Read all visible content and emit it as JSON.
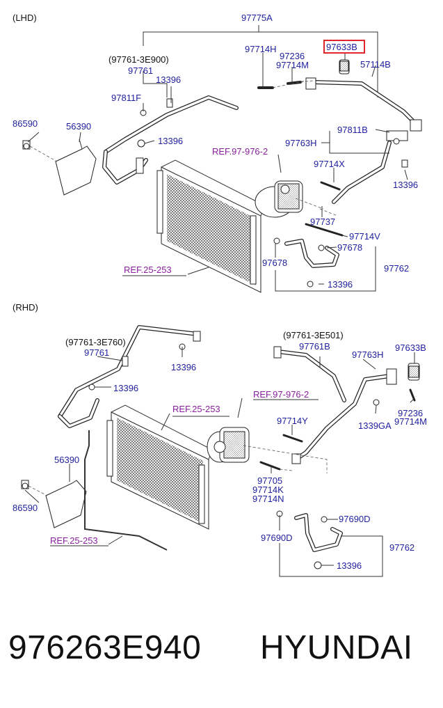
{
  "sections": {
    "lhd": {
      "header": "(LHD)",
      "labels": {
        "p97775A": "97775A",
        "p97714H": "97714H",
        "p97236": "97236",
        "p97714M": "97714M",
        "p97633B": "97633B",
        "p57114B": "57114B",
        "p97761_3E900": "(97761-3E900)",
        "p97761": "97761",
        "p13396_a": "13396",
        "p97811F": "97811F",
        "p86590": "86590",
        "p56390": "56390",
        "p13396_b": "13396",
        "p97811B": "97811B",
        "p97763H": "97763H",
        "ref97976": "REF.97-976-2",
        "p97714X": "97714X",
        "p13396_c": "13396",
        "p97737": "97737",
        "p97714V": "97714V",
        "p97678_r": "97678",
        "p97678_l": "97678",
        "p97762": "97762",
        "ref25253": "REF.25-253",
        "p13396_d": "13396"
      }
    },
    "rhd": {
      "header": "(RHD)",
      "labels": {
        "p97761_3E760": "(97761-3E760)",
        "p97761": "97761",
        "p13396_a": "13396",
        "p13396_b": "13396",
        "p97761_3E501": "(97761-3E501)",
        "p97761B": "97761B",
        "p97763H": "97763H",
        "p97633B": "97633B",
        "ref97976": "REF.97-976-2",
        "ref25253_top": "REF.25-253",
        "p97714Y": "97714Y",
        "p1339GA": "1339GA",
        "p97236": "97236",
        "p97714M": "97714M",
        "p56390": "56390",
        "p86590": "86590",
        "p97705": "97705",
        "p97714K": "97714K",
        "p97714N": "97714N",
        "p97690D_r": "97690D",
        "p97690D_l": "97690D",
        "p97762": "97762",
        "ref25253_bot": "REF.25-253",
        "p13396_c": "13396"
      }
    }
  },
  "highlight_color": "#e0262b",
  "footer": {
    "part_number": "976263E940",
    "brand": "HYUNDAI"
  }
}
